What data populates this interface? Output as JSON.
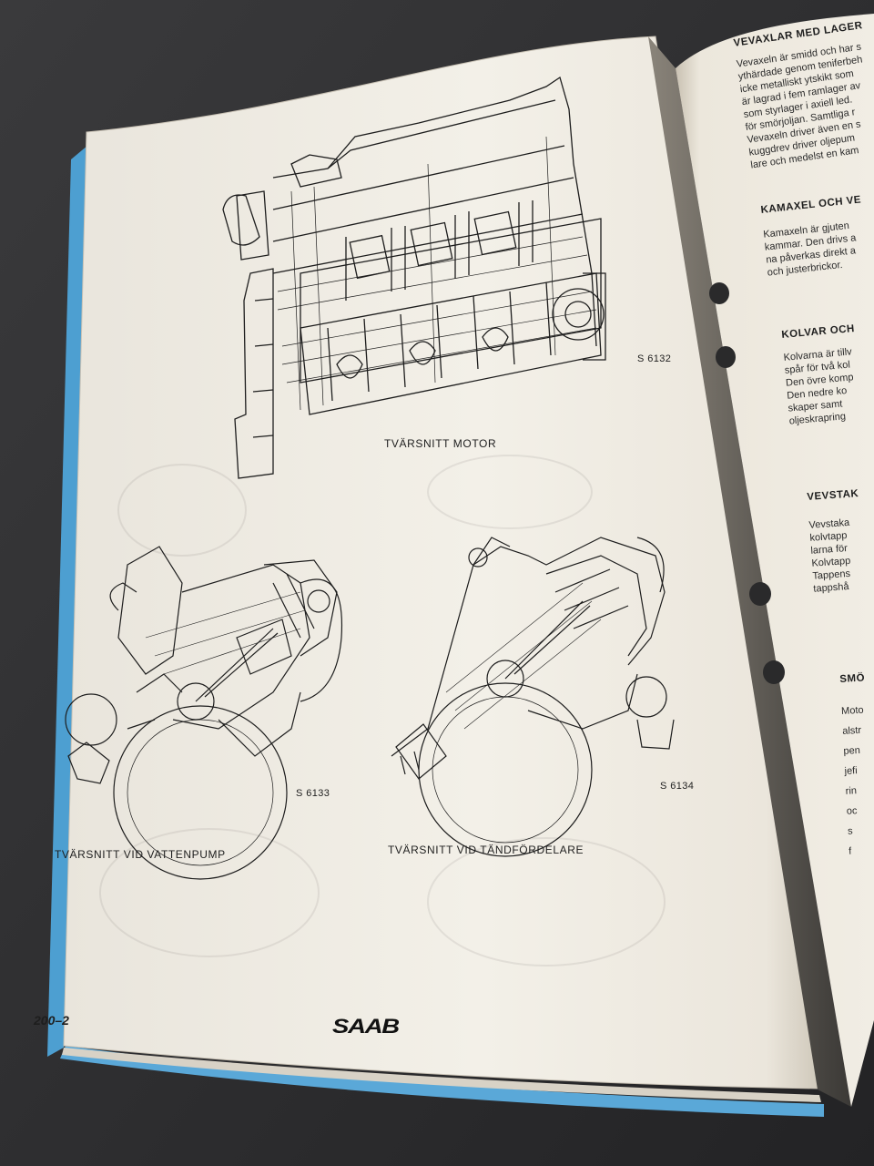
{
  "left_page": {
    "captions": {
      "motor": "TVÄRSNITT MOTOR",
      "vattenpump": "TVÄRSNITT VID VATTENPUMP",
      "tandfordelare": "TVÄRSNITT VID TÄNDFÖRDELARE"
    },
    "figure_codes": {
      "motor": "S 6132",
      "vattenpump": "S 6133",
      "tandfordelare": "S 6134"
    },
    "page_number": "200–2",
    "logo": "SAAB"
  },
  "right_page": {
    "sections": [
      {
        "heading": "VEVAXLAR MED LAGER",
        "lines": [
          "Vevaxeln är smidd och har s",
          "ythärdade genom teniferbeh",
          "icke metalliskt ytskikt som",
          "är lagrad i fem ramlager av",
          "som styrlager i axiell led.",
          "för smörjoljan. Samtliga r",
          "Vevaxeln driver även en s",
          "kuggdrev driver oljepum",
          "lare och medelst en kam"
        ]
      },
      {
        "heading": "KAMAXEL OCH VE",
        "lines": [
          "Kamaxeln är gjuten",
          "kammar. Den drivs a",
          "na påverkas direkt a",
          "och justerbrickor."
        ]
      },
      {
        "heading": "KOLVAR OCH",
        "lines": [
          "Kolvarna är tillv",
          "spår för två kol",
          "Den övre komp",
          "Den nedre ko",
          "skaper samt",
          "oljeskrapring"
        ]
      },
      {
        "heading": "VEVSTAK",
        "lines": [
          "Vevstaka",
          "kolvtapp",
          "larna för",
          "Kolvtapp",
          "Tappens",
          "tappshå"
        ]
      },
      {
        "heading": "SMÖ",
        "lines": [
          "Moto",
          "alstr",
          "pen",
          "jefi",
          "rin",
          "oc",
          "s",
          "f"
        ]
      }
    ]
  }
}
